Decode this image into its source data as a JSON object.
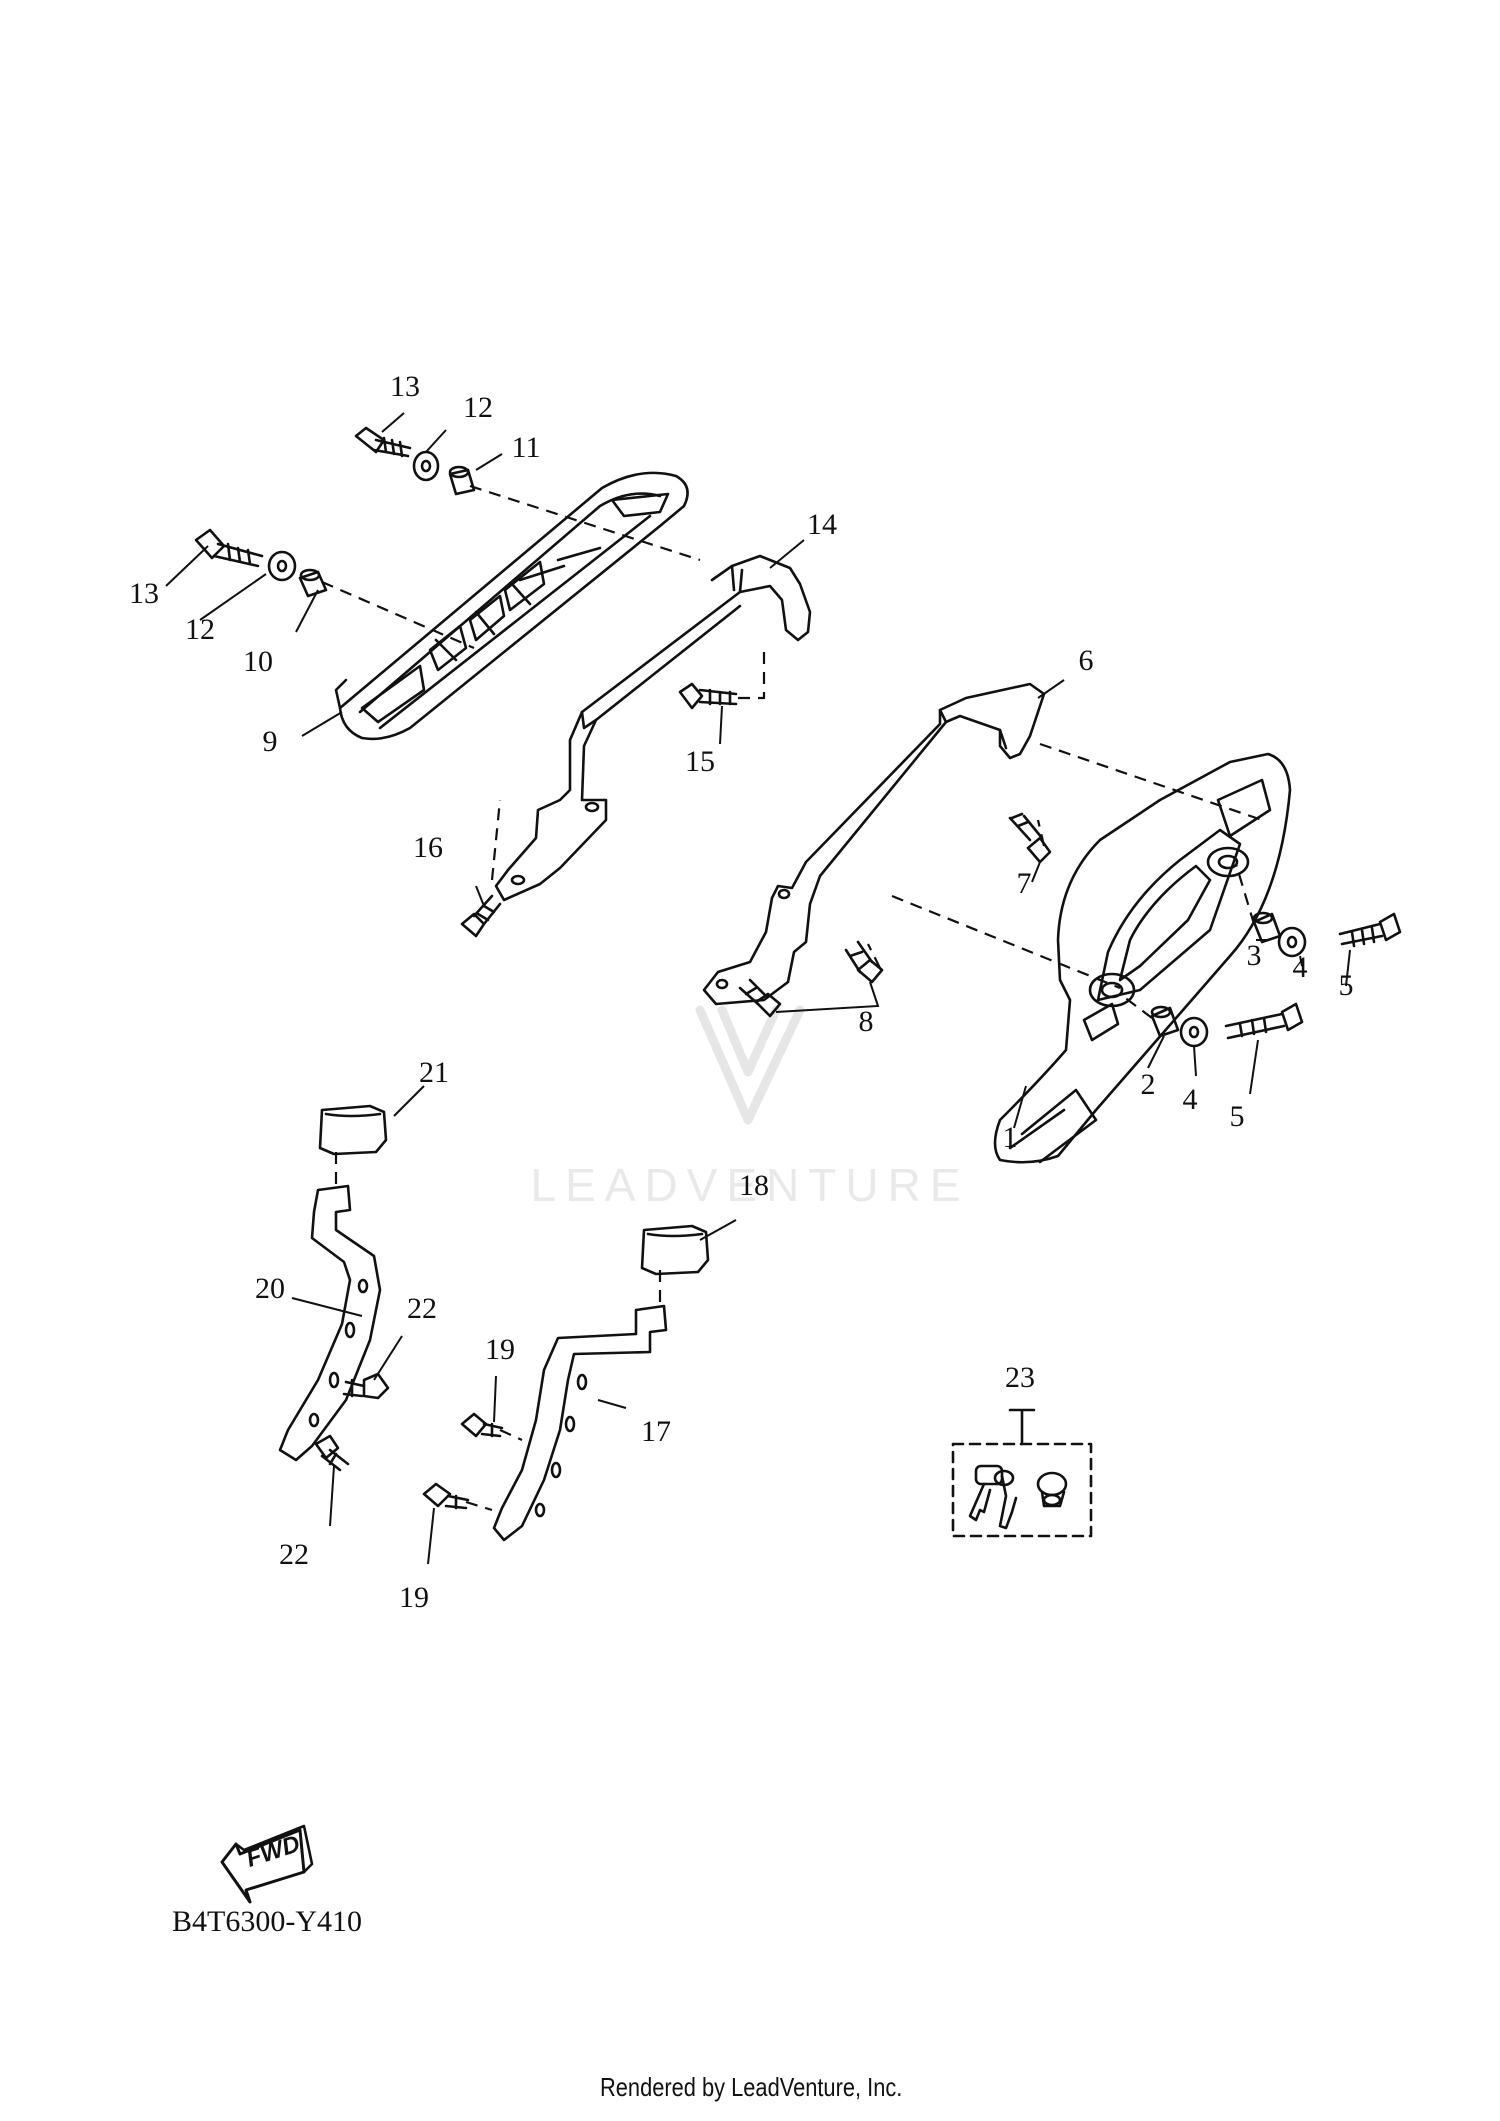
{
  "watermark": "LEADVENTURE",
  "diagram_code": "B4T6300-Y410",
  "credit": "Rendered by LeadVenture, Inc.",
  "fwd_label": "FWD",
  "callouts": {
    "c1": "1",
    "c2": "2",
    "c3": "3",
    "c4a": "4",
    "c4b": "4",
    "c5a": "5",
    "c5b": "5",
    "c6": "6",
    "c7": "7",
    "c8": "8",
    "c9": "9",
    "c10": "10",
    "c11": "11",
    "c12a": "12",
    "c12b": "12",
    "c13a": "13",
    "c13b": "13",
    "c14": "14",
    "c15": "15",
    "c16": "16",
    "c17": "17",
    "c18": "18",
    "c19a": "19",
    "c19b": "19",
    "c20": "20",
    "c21": "21",
    "c22a": "22",
    "c22b": "22",
    "c23": "23"
  }
}
